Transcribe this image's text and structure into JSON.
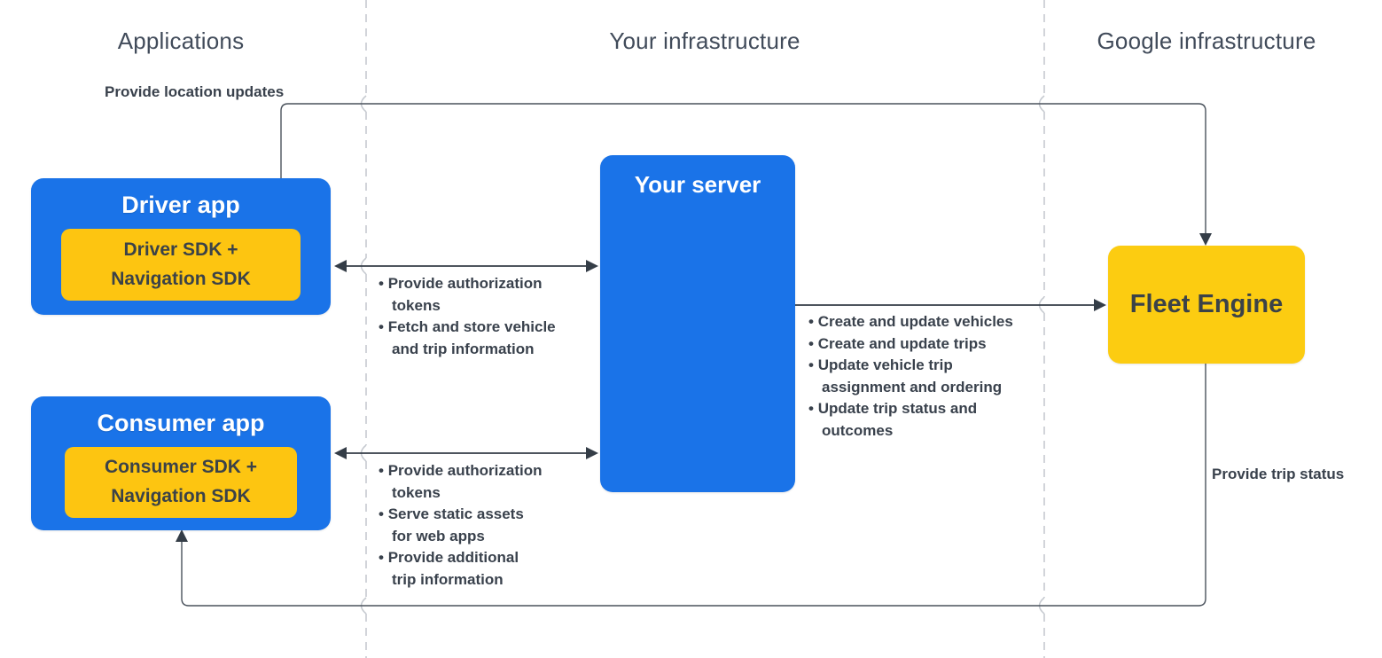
{
  "columns": {
    "applications": "Applications",
    "your_infrastructure": "Your infrastructure",
    "google_infrastructure": "Google infrastructure"
  },
  "nodes": {
    "driver_app": {
      "title": "Driver app",
      "sdk": "Driver SDK + Navigation SDK"
    },
    "consumer_app": {
      "title": "Consumer app",
      "sdk": "Consumer SDK + Navigation SDK"
    },
    "your_server": {
      "title": "Your server"
    },
    "fleet_engine": {
      "title": "Fleet Engine"
    }
  },
  "edges": {
    "location_updates": {
      "label": "Provide location updates"
    },
    "trip_status": {
      "label": "Provide trip status"
    },
    "driver_server": {
      "bullets": [
        "Provide authorization tokens",
        "Fetch and store vehicle and trip information"
      ]
    },
    "consumer_server": {
      "bullets": [
        "Provide authorization tokens",
        "Serve static assets for web apps",
        "Provide additional trip information"
      ]
    },
    "server_fleet": {
      "bullets": [
        "Create and update vehicles",
        "Create and update trips",
        "Update vehicle trip assignment and ordering",
        "Update trip status and outcomes"
      ]
    }
  },
  "colors": {
    "app_blue": "#1A73E8",
    "sdk_yellow": "#FDC511",
    "fleet_yellow": "#FCCC11"
  }
}
